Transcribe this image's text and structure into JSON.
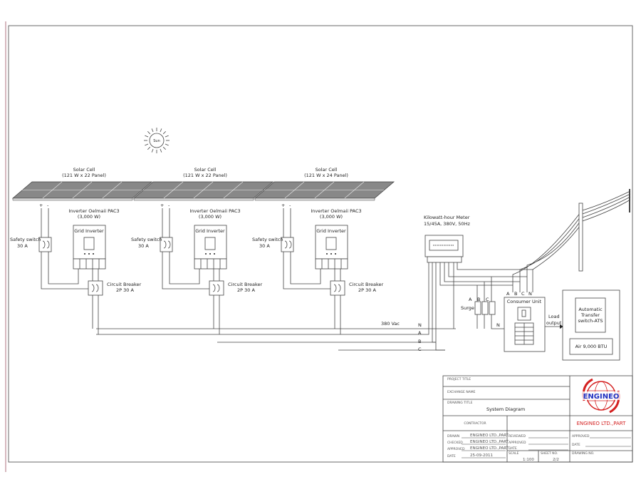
{
  "sun": {
    "label": "Sun"
  },
  "arrays": [
    {
      "panel_label": "Solar Cell",
      "panel_spec": "(121 W x 22 Panel)",
      "inverter_label": "Inverter Oelmaii PAC3",
      "inverter_power": "(3,000 W)",
      "inverter_name": "Grid Inverter",
      "safety_label": "Safety switch",
      "safety_rating": "30 A",
      "breaker_label": "Circuit Breaker",
      "breaker_rating": "2P 30 A",
      "plus": "+",
      "minus": "-"
    },
    {
      "panel_label": "Solar Cell",
      "panel_spec": "(121 W x 22 Panel)",
      "inverter_label": "Inverter Oelmaii PAC3",
      "inverter_power": "(3,000 W)",
      "inverter_name": "Grid Inverter",
      "safety_label": "Safety switch",
      "safety_rating": "30 A",
      "breaker_label": "Circuit Breaker",
      "breaker_rating": "2P 30 A",
      "plus": "+",
      "minus": "-"
    },
    {
      "panel_label": "Solar Cell",
      "panel_spec": "(121 W x 24 Panel)",
      "inverter_label": "Inverter Oelmaii PAC3",
      "inverter_power": "(3,000 W)",
      "inverter_name": "Grid Inverter",
      "safety_label": "Safety switch",
      "safety_rating": "30 A",
      "breaker_label": "Circuit Breaker",
      "breaker_rating": "2P 30 A",
      "plus": "+",
      "minus": "-"
    }
  ],
  "bus": {
    "voltage": "380 Vac",
    "lines": [
      "N",
      "A",
      "B",
      "C"
    ]
  },
  "meter": {
    "label": "Kilowatt-hour Meter",
    "spec": "15/45A, 380V, 50Hz"
  },
  "surge": {
    "label": "Surge",
    "phases": [
      "A",
      "B",
      "C"
    ],
    "neutral": "N"
  },
  "consumer_unit": {
    "label": "Consumer Unit",
    "phases": [
      "A",
      "B",
      "C",
      "N"
    ]
  },
  "load": {
    "label1": "Load",
    "label2": "output"
  },
  "ats": {
    "line1": "Automatic",
    "line2": "Transfer",
    "line3": "switch-ATS",
    "load": "Air 9,000 BTU"
  },
  "title_block": {
    "project_title": "PROJECT TITLE",
    "exchange_name": "EXCHANGE NAME",
    "drawing_title_label": "DRAWING TITLE",
    "drawing_title": "System Diagram",
    "contractor": "CONTRACTOR",
    "company": "ENGINEO LTD.,PART",
    "logo": "ENGINEO",
    "drawn_label": "DRAWN",
    "drawn": "ENGINEO LTD.,PART",
    "checked_label": "CHECKED",
    "checked": "ENGINEO LTD.,PART",
    "approved_label": "APPROVED",
    "approved": "ENGINEO LTD.,PART",
    "date_label": "DATE",
    "date": "25-09-2011",
    "reviewed_label": "REVIEWED",
    "approved2_label": "APPROVED",
    "date2_label": "DATE",
    "scale_label": "SCALE",
    "scale": "1:100",
    "sheet_label": "SHEET NO.",
    "sheet": "2/2",
    "approved3_label": "APPROVED",
    "date3_label": "DATE",
    "drawing_no_label": "DRAWING NO."
  },
  "colors": {
    "brand": "#d42020",
    "logo_blue": "#2030c0"
  }
}
